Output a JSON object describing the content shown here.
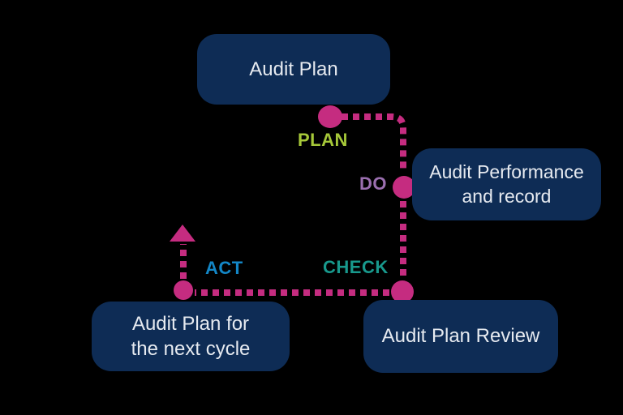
{
  "nodes": [
    {
      "id": "audit-plan",
      "label": "Audit Plan"
    },
    {
      "id": "audit-performance",
      "label": "Audit Performance and record"
    },
    {
      "id": "audit-plan-review",
      "label": "Audit Plan Review"
    },
    {
      "id": "audit-next-cycle",
      "label": "Audit Plan for the next cycle"
    }
  ],
  "steps": [
    {
      "id": "plan",
      "label": "PLAN",
      "color": "#a6c839"
    },
    {
      "id": "do",
      "label": "DO",
      "color": "#9b6fb0"
    },
    {
      "id": "check",
      "label": "CHECK",
      "color": "#18998d"
    },
    {
      "id": "act",
      "label": "ACT",
      "color": "#1386c6"
    }
  ],
  "colors": {
    "background": "#000000",
    "box_bg": "#0e2c55",
    "box_text": "#e6eaf0",
    "connector": "#c52c80"
  }
}
